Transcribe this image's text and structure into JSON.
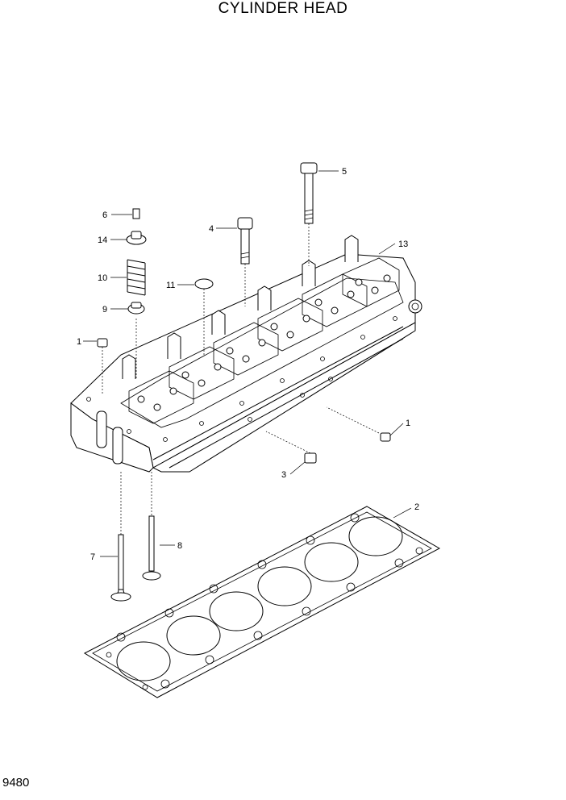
{
  "title": "CYLINDER HEAD",
  "page_code": "9480",
  "callouts": {
    "c1a": "1",
    "c1b": "1",
    "c2": "2",
    "c3": "3",
    "c4": "4",
    "c5": "5",
    "c6": "6",
    "c7": "7",
    "c8": "8",
    "c9": "9",
    "c10": "10",
    "c11": "11",
    "c13": "13",
    "c14": "14"
  }
}
